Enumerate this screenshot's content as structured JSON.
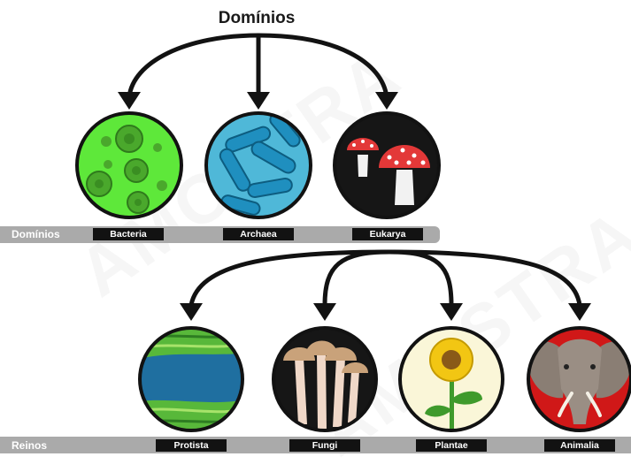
{
  "diagram": {
    "title": "Domínios",
    "domains_band_label": "Domínios",
    "kingdoms_band_label": "Reinos",
    "domains": [
      "Bacteria",
      "Archaea",
      "Eukarya"
    ],
    "kingdoms": [
      "Protista",
      "Fungi",
      "Plantae",
      "Animalia"
    ],
    "watermark": "AMOSTRA"
  },
  "colors": {
    "band": "#aaaaaa",
    "label_bg": "#121212",
    "arrow": "#121212",
    "bacteria_bg": "#5ee83a",
    "archaea_bg": "#4fb8d8",
    "eukarya_bg": "#161616",
    "protista_water": "#1f6fa0",
    "fungi_bg": "#161616",
    "plantae_bg": "#faf6d8",
    "animalia_bg": "#d01818"
  }
}
